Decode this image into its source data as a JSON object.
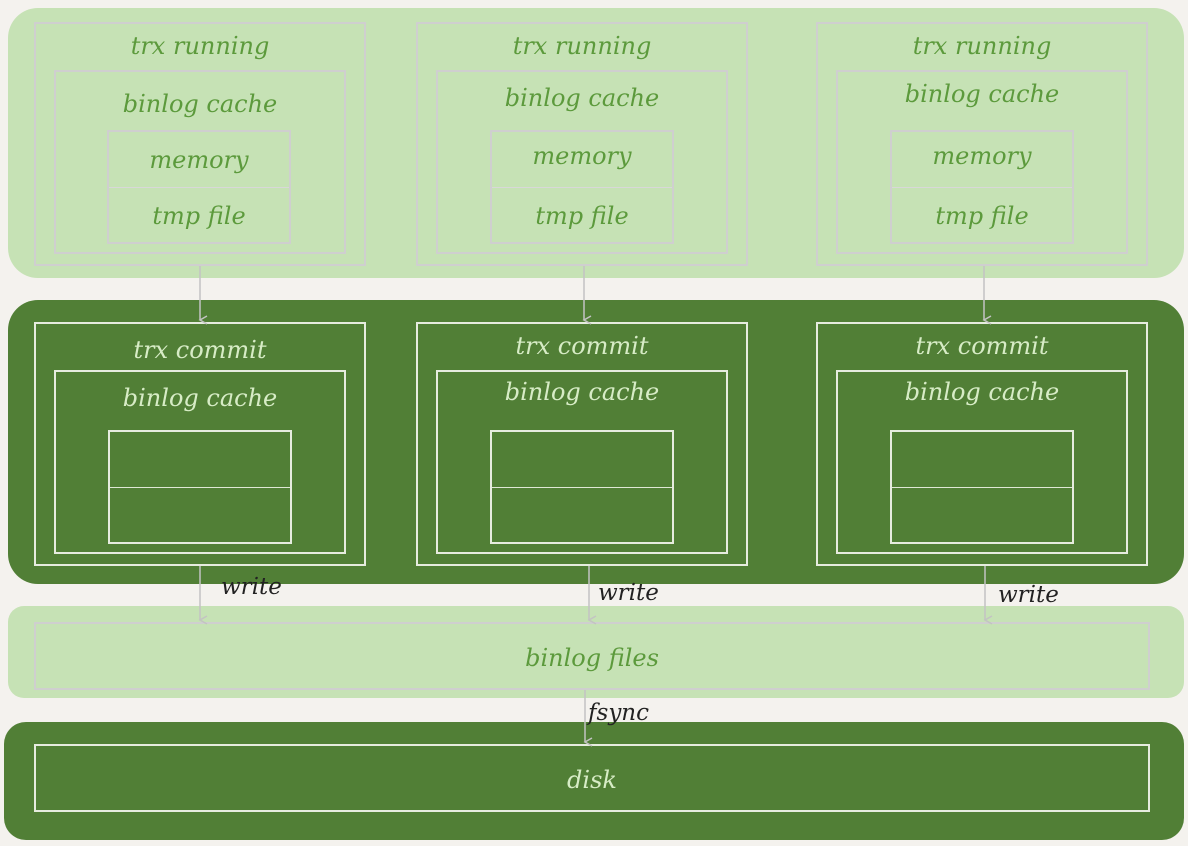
{
  "running": [
    {
      "title": "trx running",
      "cache": "binlog cache",
      "memory": "memory",
      "tmp": "tmp file"
    },
    {
      "title": "trx running",
      "cache": "binlog cache",
      "memory": "memory",
      "tmp": "tmp file"
    },
    {
      "title": "trx running",
      "cache": "binlog cache",
      "memory": "memory",
      "tmp": "tmp file"
    }
  ],
  "commit": [
    {
      "title": "trx commit",
      "cache": "binlog cache"
    },
    {
      "title": "trx commit",
      "cache": "binlog cache"
    },
    {
      "title": "trx commit",
      "cache": "binlog cache"
    }
  ],
  "write_labels": [
    "write",
    "write",
    "write"
  ],
  "binlog_files": "binlog files",
  "fsync": "fsync",
  "disk": "disk",
  "colors": {
    "light_green": "#c6e2b5",
    "dark_green": "#517f36",
    "light_text": "#5c9a3c",
    "dark_text": "#d7ecc6",
    "background": "#f4f2ee"
  }
}
